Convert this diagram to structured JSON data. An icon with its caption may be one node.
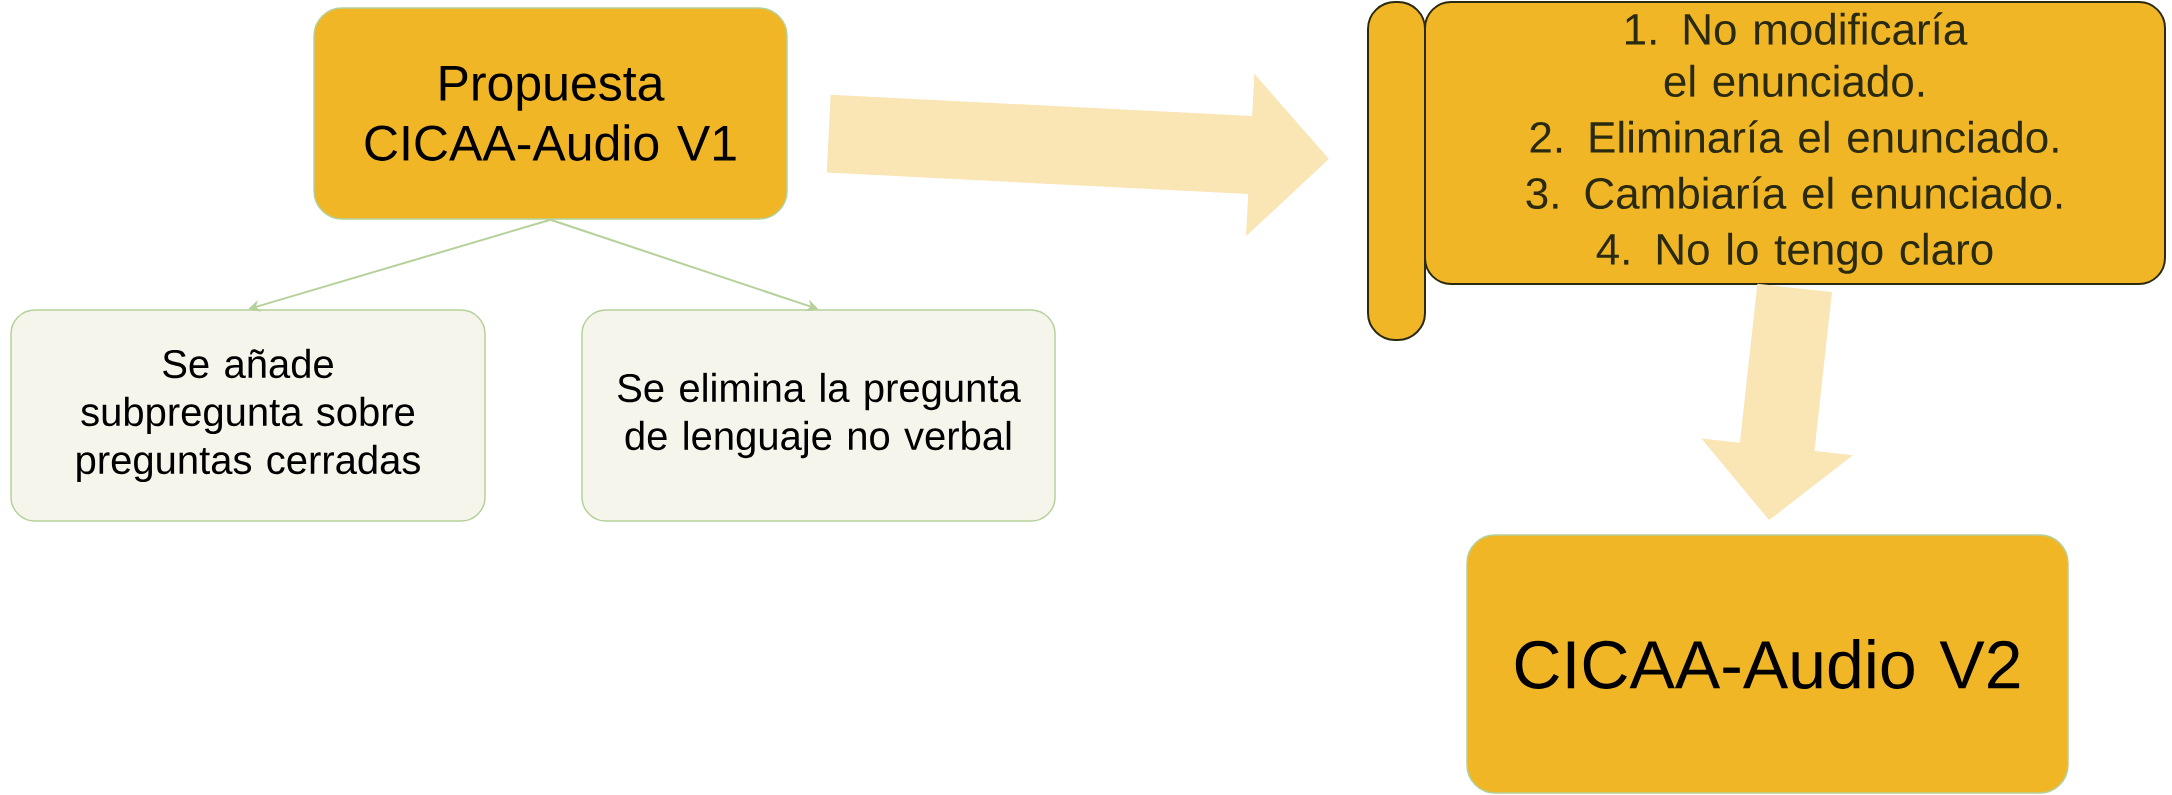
{
  "diagram": {
    "nodes": [
      {
        "text": [
          "Propuesta CICAA-Audio V1"
        ]
      },
      {
        "text": [
          "Se añade subpregunta sobre preguntas cerradas"
        ]
      },
      {
        "text": [
          "Se elimina la pregunta de lenguaje no verbal"
        ]
      },
      {
        "text": [
          "1. No modificaría el enunciado.",
          "2. Eliminaría el enunciado.",
          "3. Cambiaría el enunciado.",
          "4. No lo tengo claro"
        ]
      },
      {
        "text": [
          "CICAA-Audio V2"
        ]
      }
    ],
    "edges": [
      {
        "from": 0,
        "to": 1,
        "arrow": "to"
      },
      {
        "from": 0,
        "to": 2,
        "arrow": "to"
      },
      {
        "from": 0,
        "to": 3,
        "arrow": "to",
        "style": "thick"
      },
      {
        "from": 3,
        "to": 4,
        "arrow": "to",
        "style": "thick"
      }
    ]
  }
}
